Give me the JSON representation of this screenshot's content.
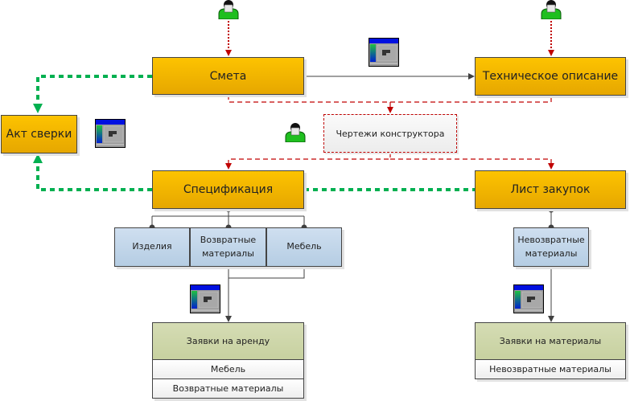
{
  "nodes": {
    "smeta": "Смета",
    "tech_description": "Техническое описание",
    "akt_sverki": "Акт сверки",
    "drawings": "Чертежи конструктора",
    "specification": "Спецификация",
    "purchase_list": "Лист закупок",
    "spec_children": [
      "Изделия",
      "Возвратные материалы",
      "Мебель"
    ],
    "purchase_child": "Невозвратные материалы",
    "rent_requests": {
      "title": "Заявки на аренду",
      "rows": [
        "Мебель",
        "Возвратные материалы"
      ]
    },
    "material_requests": {
      "title": "Заявки на материалы",
      "rows": [
        "Невозвратные материалы"
      ]
    }
  },
  "icons": {
    "actor": "person-icon",
    "form": "window-form-icon"
  },
  "colors": {
    "process_fill": "#fdc300",
    "subprocess_fill": "#c5d8ec",
    "request_fill": "#d0d8ab",
    "red_flow": "#c00000",
    "green_flow": "#00b050",
    "line": "#404040"
  }
}
